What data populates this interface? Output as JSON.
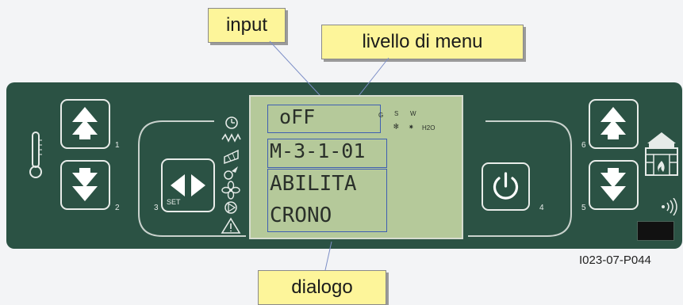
{
  "callouts": {
    "input": "input",
    "menu_level": "livello di menu",
    "dialog": "dialogo"
  },
  "display": {
    "line_input": "oFF",
    "line_menu": "M-3-1-01",
    "line_dialog_1": "ABILITA",
    "line_dialog_2": "CRONO",
    "indicator_g": "G",
    "indicator_s": "S",
    "indicator_w": "W",
    "indicator_h2o": "H2O"
  },
  "buttons": {
    "b1": "1",
    "b2": "2",
    "b3": "3",
    "b3_label": "SET",
    "b4": "4",
    "b5": "5",
    "b6": "6"
  },
  "figure_code": "I023-07-P044",
  "colors": {
    "panel": "#2b5244",
    "lcd": "#b5c99a",
    "callout": "#fdf59a",
    "highlight_box": "#3f5fb2"
  },
  "icons": [
    "thermometer-icon",
    "clock-icon",
    "resistance-icon",
    "fan-icon",
    "pump-icon",
    "warning-icon",
    "power-icon",
    "fireplace-icon",
    "signal-icon"
  ]
}
